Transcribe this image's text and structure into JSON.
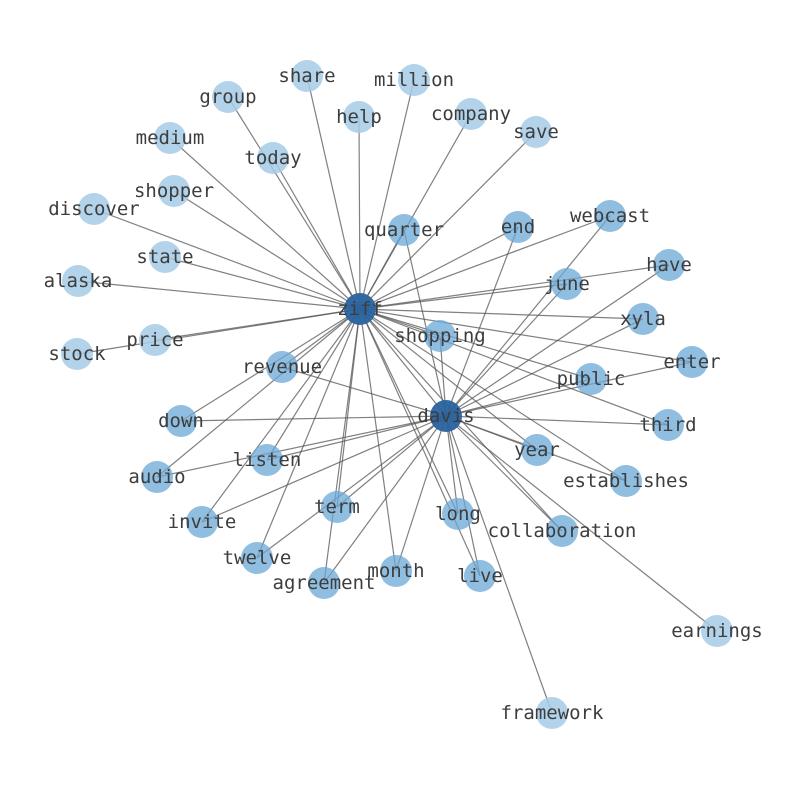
{
  "diagram": {
    "type": "network",
    "colors": {
      "hub": "#2a63a0",
      "tier2": "#6aa8d6",
      "tier1": "#a4cbe6",
      "edge": "#555555",
      "label": "#3d3d3d"
    },
    "nodes": [
      {
        "id": "ziff",
        "label": "ziff",
        "tier": "hub"
      },
      {
        "id": "davis",
        "label": "davis",
        "tier": "hub"
      },
      {
        "id": "share",
        "label": "share",
        "tier": "tier1"
      },
      {
        "id": "million",
        "label": "million",
        "tier": "tier1"
      },
      {
        "id": "group",
        "label": "group",
        "tier": "tier1"
      },
      {
        "id": "help",
        "label": "help",
        "tier": "tier1"
      },
      {
        "id": "company",
        "label": "company",
        "tier": "tier1"
      },
      {
        "id": "save",
        "label": "save",
        "tier": "tier1"
      },
      {
        "id": "medium",
        "label": "medium",
        "tier": "tier1"
      },
      {
        "id": "today",
        "label": "today",
        "tier": "tier1"
      },
      {
        "id": "shopper",
        "label": "shopper",
        "tier": "tier1"
      },
      {
        "id": "discover",
        "label": "discover",
        "tier": "tier1"
      },
      {
        "id": "state",
        "label": "state",
        "tier": "tier1"
      },
      {
        "id": "alaska",
        "label": "alaska",
        "tier": "tier1"
      },
      {
        "id": "stock",
        "label": "stock",
        "tier": "tier1"
      },
      {
        "id": "price",
        "label": "price",
        "tier": "tier1"
      },
      {
        "id": "quarter",
        "label": "quarter",
        "tier": "tier2"
      },
      {
        "id": "end",
        "label": "end",
        "tier": "tier2"
      },
      {
        "id": "webcast",
        "label": "webcast",
        "tier": "tier2"
      },
      {
        "id": "have",
        "label": "have",
        "tier": "tier2"
      },
      {
        "id": "june",
        "label": "june",
        "tier": "tier2"
      },
      {
        "id": "xyla",
        "label": "xyla",
        "tier": "tier2"
      },
      {
        "id": "shopping",
        "label": "shopping",
        "tier": "tier2"
      },
      {
        "id": "enter",
        "label": "enter",
        "tier": "tier2"
      },
      {
        "id": "public",
        "label": "public",
        "tier": "tier2"
      },
      {
        "id": "revenue",
        "label": "revenue",
        "tier": "tier2"
      },
      {
        "id": "down",
        "label": "down",
        "tier": "tier2"
      },
      {
        "id": "third",
        "label": "third",
        "tier": "tier2"
      },
      {
        "id": "year",
        "label": "year",
        "tier": "tier2"
      },
      {
        "id": "audio",
        "label": "audio",
        "tier": "tier2"
      },
      {
        "id": "listen",
        "label": "listen",
        "tier": "tier2"
      },
      {
        "id": "establishes",
        "label": "establishes",
        "tier": "tier2"
      },
      {
        "id": "invite",
        "label": "invite",
        "tier": "tier2"
      },
      {
        "id": "term",
        "label": "term",
        "tier": "tier2"
      },
      {
        "id": "long",
        "label": "long",
        "tier": "tier2"
      },
      {
        "id": "collaboration",
        "label": "collaboration",
        "tier": "tier2"
      },
      {
        "id": "twelve",
        "label": "twelve",
        "tier": "tier2"
      },
      {
        "id": "month",
        "label": "month",
        "tier": "tier2"
      },
      {
        "id": "agreement",
        "label": "agreement",
        "tier": "tier2"
      },
      {
        "id": "live",
        "label": "live",
        "tier": "tier2"
      },
      {
        "id": "earnings",
        "label": "earnings",
        "tier": "tier1"
      },
      {
        "id": "framework",
        "label": "framework",
        "tier": "tier1"
      }
    ],
    "edges": [
      [
        "ziff",
        "davis"
      ],
      [
        "ziff",
        "share"
      ],
      [
        "ziff",
        "million"
      ],
      [
        "ziff",
        "group"
      ],
      [
        "ziff",
        "help"
      ],
      [
        "ziff",
        "company"
      ],
      [
        "ziff",
        "save"
      ],
      [
        "ziff",
        "medium"
      ],
      [
        "ziff",
        "today"
      ],
      [
        "ziff",
        "shopper"
      ],
      [
        "ziff",
        "discover"
      ],
      [
        "ziff",
        "state"
      ],
      [
        "ziff",
        "alaska"
      ],
      [
        "ziff",
        "stock"
      ],
      [
        "ziff",
        "price"
      ],
      [
        "ziff",
        "quarter"
      ],
      [
        "ziff",
        "end"
      ],
      [
        "ziff",
        "webcast"
      ],
      [
        "ziff",
        "have"
      ],
      [
        "ziff",
        "june"
      ],
      [
        "ziff",
        "xyla"
      ],
      [
        "ziff",
        "shopping"
      ],
      [
        "ziff",
        "enter"
      ],
      [
        "ziff",
        "public"
      ],
      [
        "ziff",
        "revenue"
      ],
      [
        "ziff",
        "down"
      ],
      [
        "ziff",
        "third"
      ],
      [
        "ziff",
        "year"
      ],
      [
        "ziff",
        "audio"
      ],
      [
        "ziff",
        "listen"
      ],
      [
        "ziff",
        "establishes"
      ],
      [
        "ziff",
        "invite"
      ],
      [
        "ziff",
        "term"
      ],
      [
        "ziff",
        "long"
      ],
      [
        "ziff",
        "collaboration"
      ],
      [
        "ziff",
        "twelve"
      ],
      [
        "ziff",
        "month"
      ],
      [
        "ziff",
        "agreement"
      ],
      [
        "ziff",
        "live"
      ],
      [
        "davis",
        "quarter"
      ],
      [
        "davis",
        "end"
      ],
      [
        "davis",
        "webcast"
      ],
      [
        "davis",
        "have"
      ],
      [
        "davis",
        "june"
      ],
      [
        "davis",
        "xyla"
      ],
      [
        "davis",
        "shopping"
      ],
      [
        "davis",
        "enter"
      ],
      [
        "davis",
        "public"
      ],
      [
        "davis",
        "revenue"
      ],
      [
        "davis",
        "down"
      ],
      [
        "davis",
        "third"
      ],
      [
        "davis",
        "year"
      ],
      [
        "davis",
        "audio"
      ],
      [
        "davis",
        "listen"
      ],
      [
        "davis",
        "establishes"
      ],
      [
        "davis",
        "invite"
      ],
      [
        "davis",
        "term"
      ],
      [
        "davis",
        "long"
      ],
      [
        "davis",
        "collaboration"
      ],
      [
        "davis",
        "twelve"
      ],
      [
        "davis",
        "month"
      ],
      [
        "davis",
        "agreement"
      ],
      [
        "davis",
        "live"
      ],
      [
        "davis",
        "earnings"
      ],
      [
        "davis",
        "framework"
      ]
    ]
  }
}
